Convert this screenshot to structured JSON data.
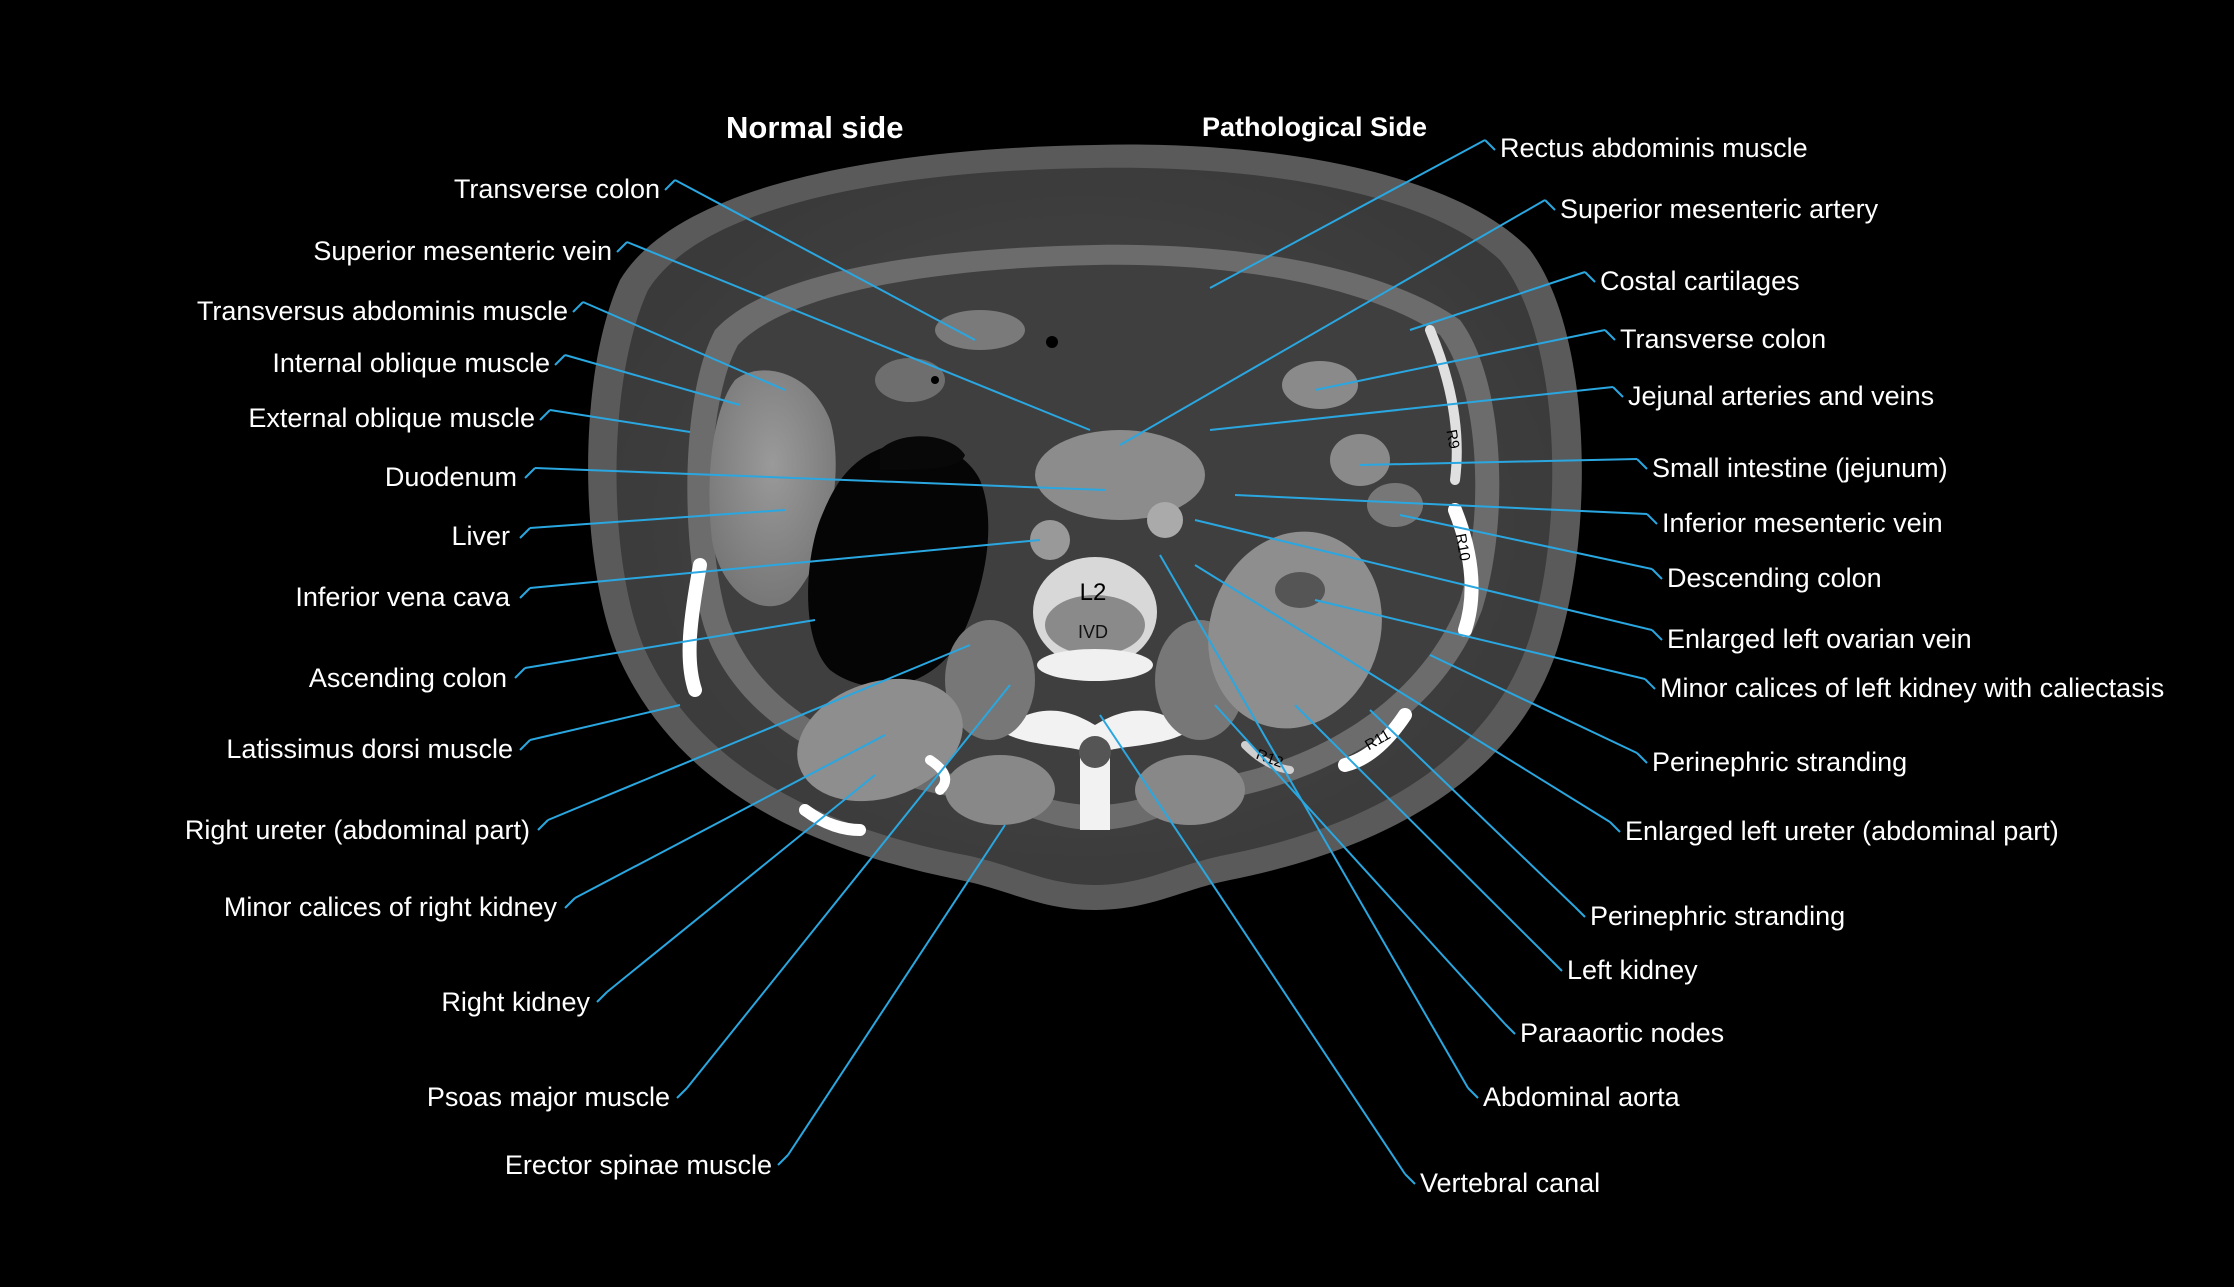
{
  "headings": {
    "normal_side": "Normal side",
    "pathological_side": "Pathological Side"
  },
  "vertebra": {
    "level": "L2",
    "disc": "IVD",
    "ribs": [
      "R9",
      "R10",
      "R11",
      "R12"
    ]
  },
  "labels_left": [
    "Transverse colon",
    "Superior mesenteric vein",
    "Transversus abdominis muscle",
    "Internal oblique muscle",
    "External oblique muscle",
    "Duodenum",
    "Liver",
    "Inferior vena cava",
    "Ascending colon",
    "Latissimus dorsi muscle",
    "Right ureter (abdominal part)",
    "Minor calices of right kidney",
    "Right kidney",
    "Psoas major muscle",
    "Erector spinae muscle"
  ],
  "labels_right": [
    "Rectus abdominis muscle",
    "Superior mesenteric artery",
    "Costal cartilages",
    "Transverse colon",
    "Jejunal arteries and veins",
    "Small intestine (jejunum)",
    "Inferior mesenteric vein",
    "Descending colon",
    "Enlarged left ovarian vein",
    "Minor calices of left kidney with caliectasis",
    "Perinephric stranding",
    "Enlarged left ureter (abdominal part)",
    "Perinephric stranding",
    "Left kidney",
    "Paraaortic nodes",
    "Abdominal aorta",
    "Vertebral canal"
  ],
  "colors": {
    "background": "#000000",
    "leader_line": "#2aa7e0",
    "label_text": "#ffffff"
  }
}
